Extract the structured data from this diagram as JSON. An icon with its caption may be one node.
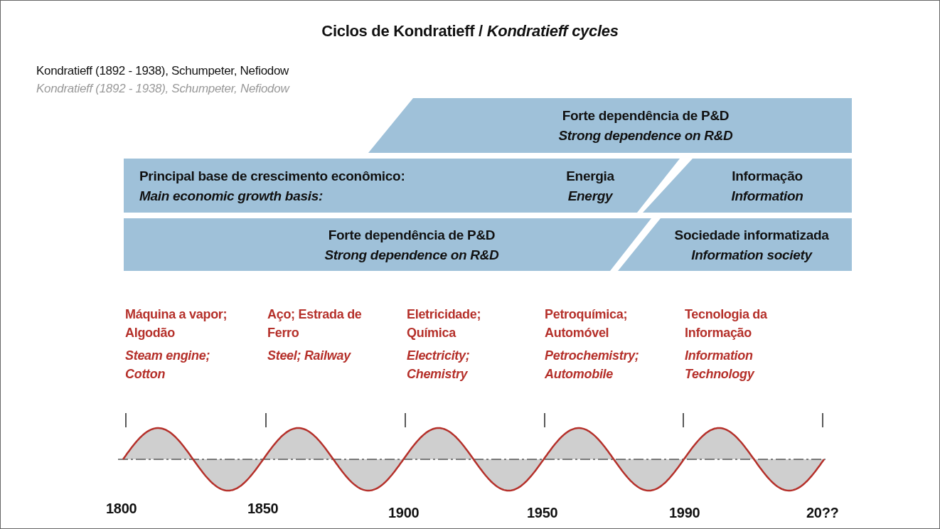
{
  "diagram": {
    "title": "Ciclos de Kondratieff / *Kondratieff cycles*",
    "nodes": [
      {
        "text": [
          "Forte dependência de P&D",
          "Strong dependence on R&D"
        ]
      },
      {
        "text": [
          "Principal base de crescimento econômico:",
          "Main economic growth basis:",
          "Energia",
          "Energy"
        ]
      },
      {
        "text": [
          "Informação",
          "Information"
        ]
      },
      {
        "text": [
          "Forte dependência de P&D",
          "Strong dependence on R&D"
        ]
      },
      {
        "text": [
          "Sociedade informatizada",
          "Information society"
        ]
      }
    ],
    "labels": [
      "Kondratieff (1892 - 1938), Schumpeter, Nefiodow",
      "Kondratieff (1892 - 1938), Schumpeter, Nefiodow",
      "Máquina a vapor; Algodão",
      "Steam engine; Cotton",
      "Aço; Estrada de Ferro",
      "Steel; Railway",
      "Eletricidade; Química",
      "Electricity; Chemistry",
      "Petroquímica; Automóvel",
      "Petrochemistry; Automobile",
      "Tecnologia da Informação",
      "Information Technology",
      "1800",
      "1850",
      "1900",
      "1950",
      "1990",
      "20??"
    ]
  }
}
